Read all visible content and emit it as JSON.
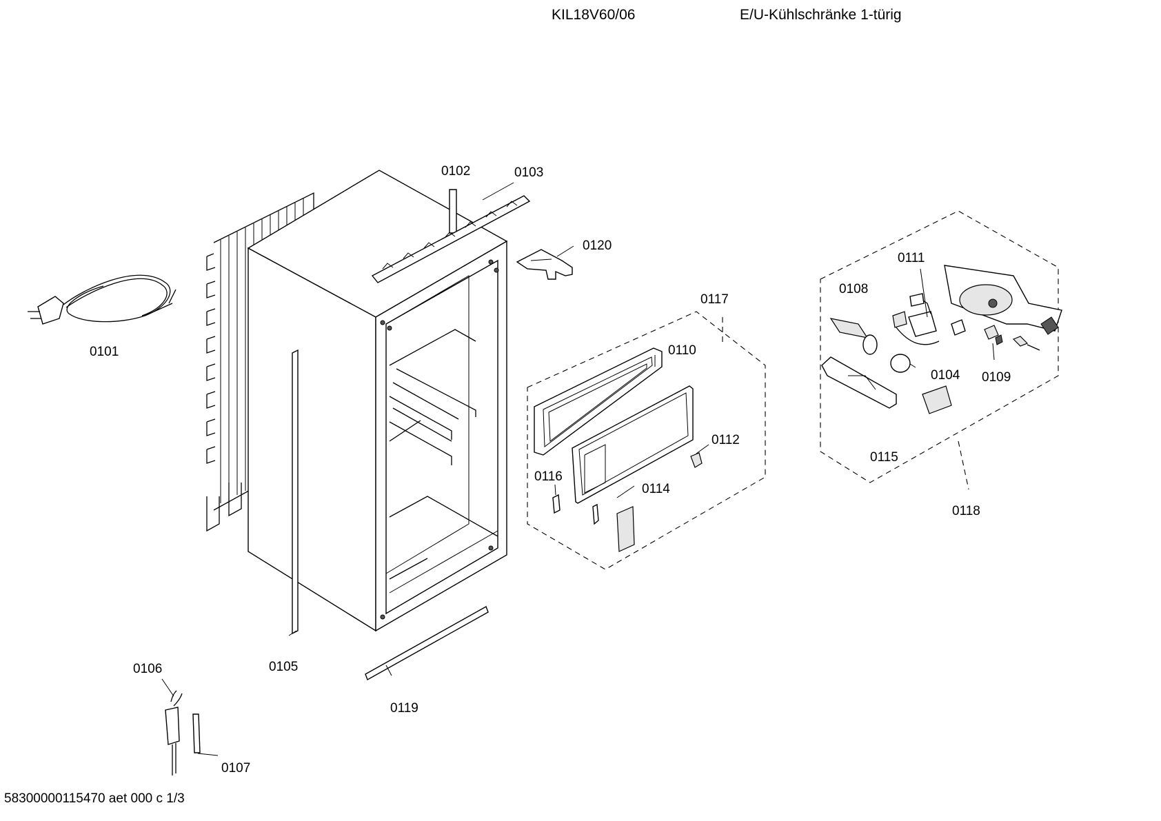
{
  "header": {
    "model": "KIL18V60/06",
    "category": "E/U-Kühlschränke 1-türig"
  },
  "footer": {
    "document_code": "58300000115470 aet 000 c 1/3"
  },
  "parts": {
    "p0101": "0101",
    "p0102": "0102",
    "p0103": "0103",
    "p0104": "0104",
    "p0105": "0105",
    "p0106": "0106",
    "p0107": "0107",
    "p0108": "0108",
    "p0109": "0109",
    "p0110": "0110",
    "p0111": "0111",
    "p0112": "0112",
    "p0114": "0114",
    "p0115": "0115",
    "p0116": "0116",
    "p0117": "0117",
    "p0118": "0118",
    "p0119": "0119",
    "p0120": "0120"
  }
}
